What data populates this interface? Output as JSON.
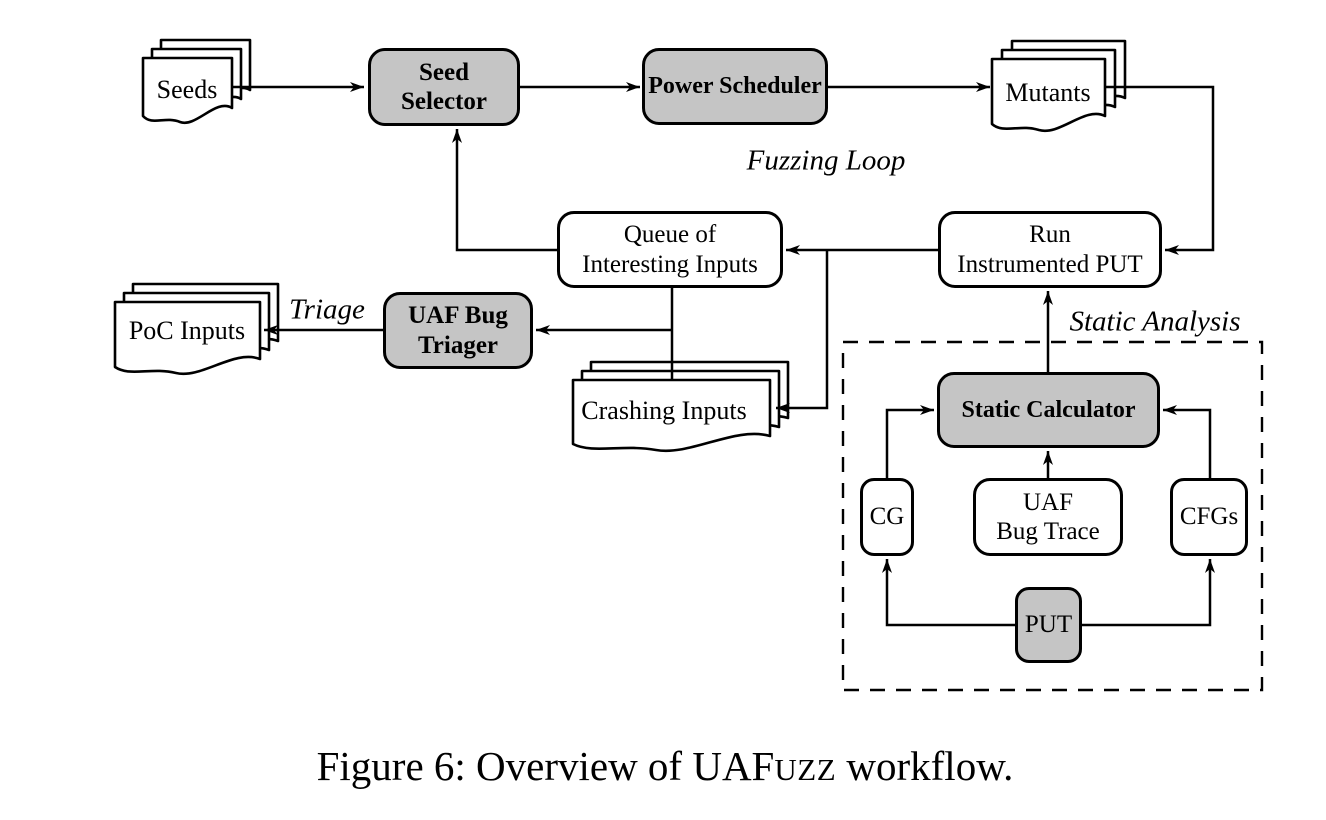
{
  "diagram": {
    "nodes": {
      "seed_selector": {
        "label": "Seed\nSelector"
      },
      "power_scheduler": {
        "label": "Power Scheduler"
      },
      "queue": {
        "label": "Queue of\nInteresting Inputs"
      },
      "run_put": {
        "label": "Run\nInstrumented PUT"
      },
      "uaf_bug_triager": {
        "label": "UAF Bug\nTriager"
      },
      "static_calculator": {
        "label": "Static Calculator"
      },
      "cg": {
        "label": "CG"
      },
      "uaf_bug_trace": {
        "label": "UAF\nBug Trace"
      },
      "cfgs": {
        "label": "CFGs"
      },
      "put": {
        "label": "PUT"
      }
    },
    "documents": {
      "seeds": {
        "label": "Seeds"
      },
      "mutants": {
        "label": "Mutants"
      },
      "poc_inputs": {
        "label": "PoC Inputs"
      },
      "crashing_inputs": {
        "label": "Crashing Inputs"
      }
    },
    "annotations": {
      "fuzzing_loop": "Fuzzing Loop",
      "triage": "Triage",
      "static_analysis": "Static Analysis"
    },
    "colors": {
      "processor_fill": "#c5c5c5",
      "data_fill": "#ffffff",
      "stroke": "#000000",
      "background": "#ffffff"
    }
  },
  "caption": {
    "part1": "Figure 6: Overview of UAF",
    "part2": "UZZ",
    "part3": " workflow."
  }
}
